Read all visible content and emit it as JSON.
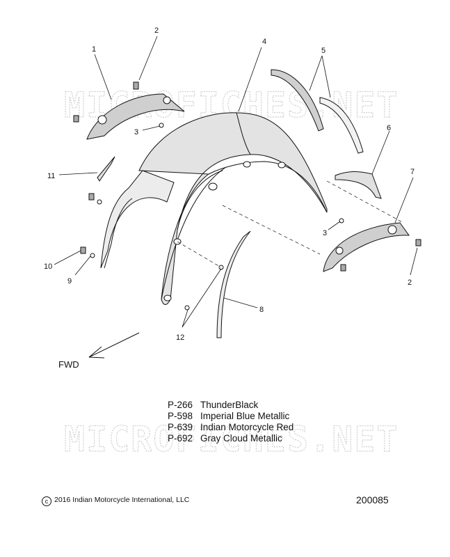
{
  "watermark": "MICROFICHES.NET",
  "callouts": {
    "c1": "1",
    "c2a": "2",
    "c2b": "2",
    "c3a": "3",
    "c3b": "3",
    "c4": "4",
    "c5": "5",
    "c6": "6",
    "c7": "7",
    "c8": "8",
    "c9": "9",
    "c10": "10",
    "c11": "11",
    "c12": "12"
  },
  "direction_label": "FWD",
  "legend": [
    {
      "code": "P-266",
      "name": "ThunderBlack"
    },
    {
      "code": "P-598",
      "name": "Imperial Blue Metallic"
    },
    {
      "code": "P-639",
      "name": "Indian Motorcycle Red"
    },
    {
      "code": "P-692",
      "name": "Gray Cloud Metallic"
    }
  ],
  "footer": {
    "copyright_symbol": "c",
    "copyright": "2016 Indian Motorcycle International, LLC",
    "diagram_id": "200085"
  },
  "colors": {
    "line": "#111111",
    "fill_shade": "#d9d9d9",
    "watermark": "#cfcfcf"
  }
}
